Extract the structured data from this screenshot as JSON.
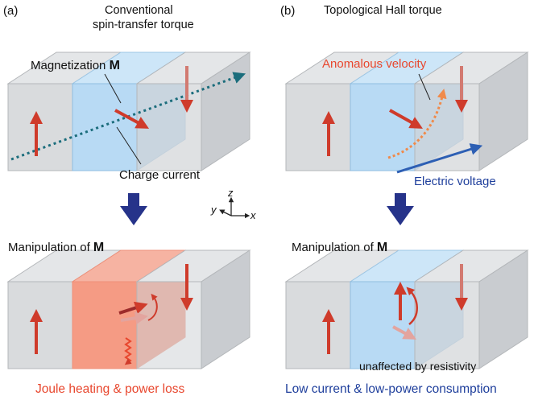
{
  "panel_a": {
    "label": "(a)",
    "title_line1": "Conventional",
    "title_line2": "spin-transfer torque",
    "magnetization_text": "Magnetization",
    "magnetization_symbol": "M",
    "charge_current": "Charge current",
    "manipulation_text": "Manipulation of",
    "manipulation_symbol": "M",
    "joule_label": "Joule heating & power loss"
  },
  "panel_b": {
    "label": "(b)",
    "title": "Topological Hall torque",
    "anomalous_velocity": "Anomalous velocity",
    "electric_voltage": "Electric voltage",
    "manipulation_text": "Manipulation of",
    "manipulation_symbol": "M",
    "unaffected": "unaffected by resistivity",
    "low_current_label": "Low current & low-power consumption"
  },
  "axes": {
    "x": "x",
    "y": "y",
    "z": "z"
  },
  "colors": {
    "box_gray": "#d7d9dc",
    "box_blue": "#b9dcf5",
    "box_red": "#f2826a",
    "arrow_red": "#cf3b2b",
    "arrow_pink": "#e6a6a0",
    "charge_dotted": "#1b6d7c",
    "navy_arrow": "#26338a",
    "voltage_blue": "#2d5fb4",
    "accent_red_text": "#e8472e",
    "accent_blue_text": "#1f3f9c"
  }
}
